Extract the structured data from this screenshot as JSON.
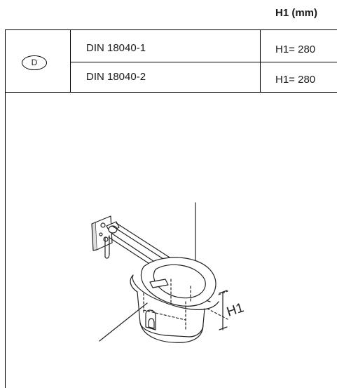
{
  "header": {
    "column_title": "H1 (mm)"
  },
  "table": {
    "country_badge": "D",
    "rows": [
      {
        "standard": "DIN 18040-1",
        "value": "H1= 280"
      },
      {
        "standard": "DIN 18040-2",
        "value": "H1= 280"
      }
    ]
  },
  "illustration": {
    "dimension_label": "H1",
    "icon": "wall-mounted-grab-bar-and-toilet"
  }
}
